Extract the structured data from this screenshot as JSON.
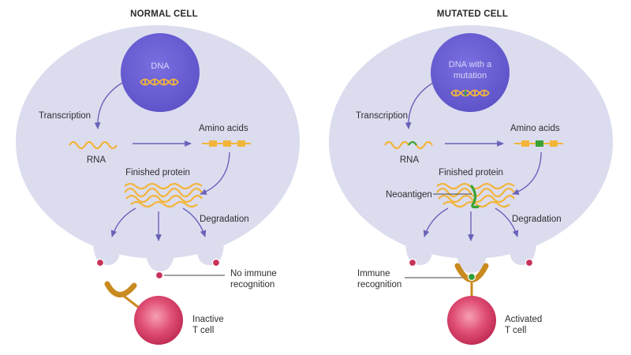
{
  "panels": {
    "normal": {
      "title": "NORMAL CELL",
      "nucleus_label": "DNA",
      "transcription": "Transcription",
      "rna": "RNA",
      "amino_acids": "Amino acids",
      "finished_protein": "Finished protein",
      "degradation": "Degradation",
      "recognition_line1": "No immune",
      "recognition_line2": "recognition",
      "tcell_line1": "Inactive",
      "tcell_line2": "T cell"
    },
    "mutated": {
      "title": "MUTATED CELL",
      "nucleus_line1": "DNA with a",
      "nucleus_line2": "mutation",
      "transcription": "Transcription",
      "rna": "RNA",
      "amino_acids": "Amino acids",
      "finished_protein": "Finished protein",
      "neoantigen": "Neoantigen",
      "degradation": "Degradation",
      "recognition_line1": "Immune",
      "recognition_line2": "recognition",
      "tcell_line1": "Activated",
      "tcell_line2": "T cell"
    }
  },
  "colors": {
    "cell": "#dcdcef",
    "nucleus": "#6b5fd1",
    "arrow": "#6a62b8",
    "protein": "#f2b53a",
    "mutation": "#3aa335",
    "antigen_dot": "#c8335a",
    "tcell": "#d93c63",
    "receptor": "#c98a1f"
  }
}
